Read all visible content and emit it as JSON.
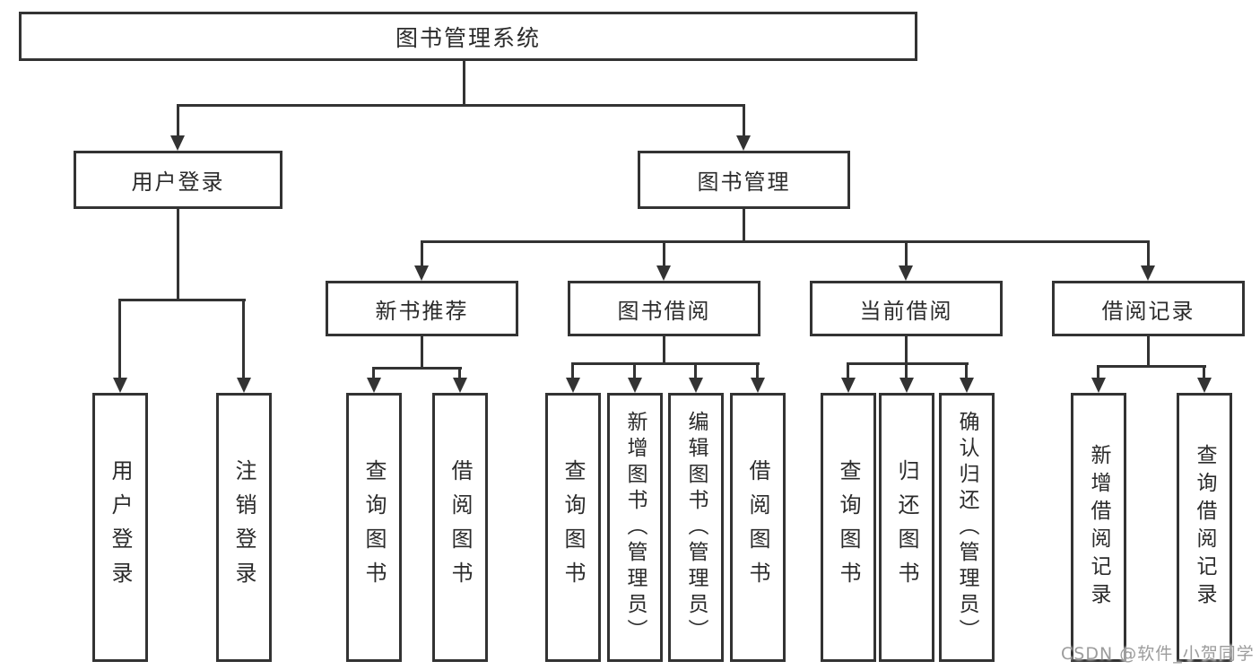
{
  "colors": {
    "line": "#333333",
    "box_border": "#333333",
    "box_background": "#ffffff",
    "text": "#2b2b2b",
    "watermark": "#9c9c9c"
  },
  "tree": {
    "root": {
      "label": "图书管理系统"
    },
    "branches": [
      {
        "label": "用户登录",
        "children": [
          {
            "label": "用户登录"
          },
          {
            "label": "注销登录"
          }
        ]
      },
      {
        "label": "图书管理",
        "children": [
          {
            "label": "新书推荐",
            "children": [
              {
                "label": "查询图书"
              },
              {
                "label": "借阅图书"
              }
            ]
          },
          {
            "label": "图书借阅",
            "children": [
              {
                "label": "查询图书"
              },
              {
                "label": "新增图书（管理员）"
              },
              {
                "label": "编辑图书（管理员）"
              },
              {
                "label": "借阅图书"
              }
            ]
          },
          {
            "label": "当前借阅",
            "children": [
              {
                "label": "查询图书"
              },
              {
                "label": "归还图书"
              },
              {
                "label": "确认归还（管理员）"
              }
            ]
          },
          {
            "label": "借阅记录",
            "children": [
              {
                "label": "新增借阅记录"
              },
              {
                "label": "查询借阅记录"
              }
            ]
          }
        ]
      }
    ]
  },
  "watermark": {
    "text": "CSDN @软件_小贺同学"
  }
}
